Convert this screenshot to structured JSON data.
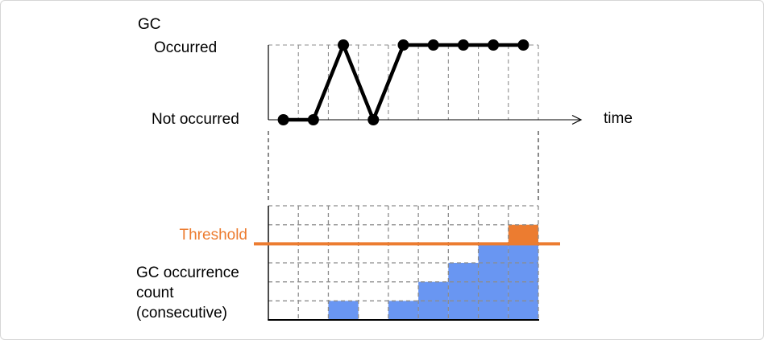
{
  "labels": {
    "gc_title": "GC",
    "occurred": "Occurred",
    "not_occurred": "Not occurred",
    "time": "time",
    "threshold": "Threshold",
    "count_caption": "GC occurrence\ncount\n(consecutive)"
  },
  "colors": {
    "bar_blue": "#6996F2",
    "bar_orange": "#EC7C30",
    "threshold_line": "#EC7C30",
    "grid": "#8C8C8C",
    "axis": "#000000",
    "series_line": "#000000",
    "connector": "#3A3A3A",
    "canvas_border": "#D6D6D6"
  },
  "chart_data": [
    {
      "type": "line",
      "title": "GC",
      "y_categories": [
        "Not occurred",
        "Occurred"
      ],
      "x_label": "time",
      "x_index": [
        1,
        2,
        3,
        4,
        5,
        6,
        7,
        8,
        9
      ],
      "values": [
        0,
        0,
        1,
        0,
        1,
        1,
        1,
        1,
        1
      ],
      "grid": true,
      "legend_position": "none"
    },
    {
      "type": "bar",
      "title": "GC occurrence count (consecutive)",
      "x_index": [
        1,
        2,
        3,
        4,
        5,
        6,
        7,
        8,
        9
      ],
      "values": [
        0,
        0,
        1,
        0,
        1,
        2,
        3,
        4,
        5
      ],
      "threshold": 4,
      "ylim": [
        0,
        6
      ],
      "grid": true,
      "above_threshold_colored": true
    }
  ]
}
